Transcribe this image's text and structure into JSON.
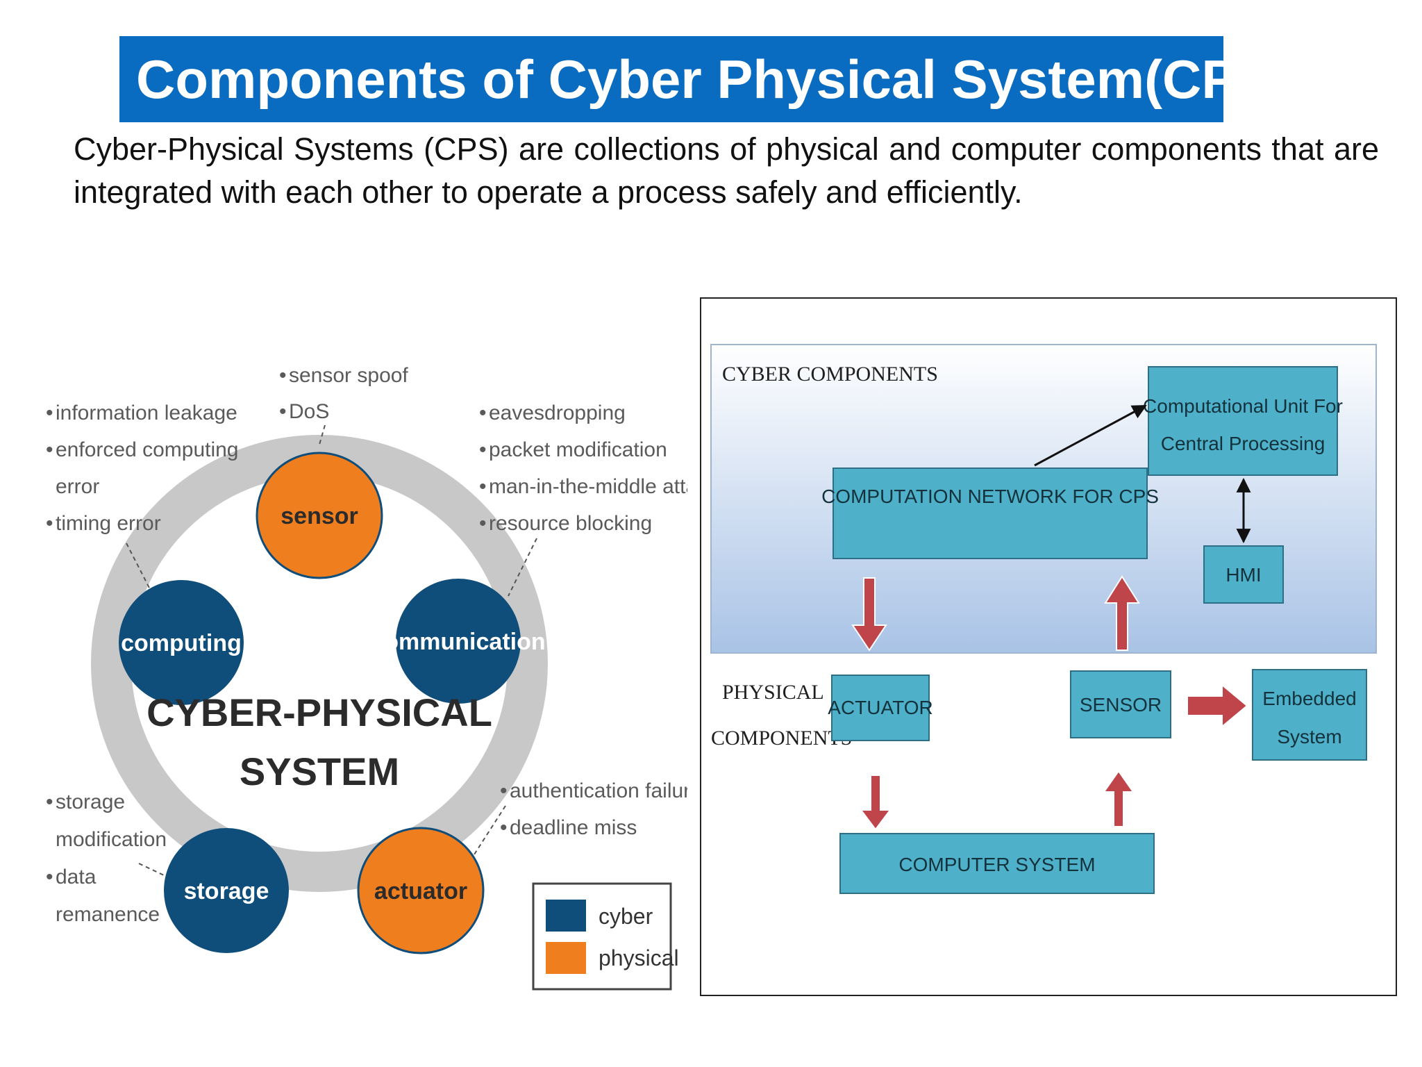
{
  "slide": {
    "title": "Components of Cyber Physical System(CPS)",
    "intro": "Cyber-Physical Systems (CPS) are collections of physical and computer components that are integrated with each other to operate a process safely and efficiently."
  },
  "left_diagram": {
    "center_title_line1": "CYBER-PHYSICAL",
    "center_title_line2": "SYSTEM",
    "colors": {
      "cyber": "#0f4d7a",
      "physical": "#ef7e1f",
      "ring": "#c8c8c8"
    },
    "nodes": {
      "sensor": {
        "label": "sensor",
        "kind": "physical",
        "threats": [
          "sensor spoof",
          "DoS"
        ]
      },
      "communication": {
        "label": "communication",
        "kind": "cyber",
        "threats": [
          "eavesdropping",
          "packet modification",
          "man-in-the-middle attack",
          "resource blocking"
        ]
      },
      "actuator": {
        "label": "actuator",
        "kind": "physical",
        "threats": [
          "authentication failure",
          "deadline miss"
        ]
      },
      "storage": {
        "label": "storage",
        "kind": "cyber",
        "threats": [
          "storage",
          "modification",
          "data",
          "remanence"
        ]
      },
      "computing": {
        "label": "computing",
        "kind": "cyber",
        "threats": [
          "information leakage",
          "enforced computing",
          "error",
          "timing error"
        ]
      }
    },
    "legend": {
      "cyber": "cyber",
      "physical": "physical"
    }
  },
  "right_diagram": {
    "colors": {
      "box": "#4fb0c9",
      "arrow": "#c0454a",
      "panel_top": "#ffffff",
      "panel_bottom": "#a9c3e6"
    },
    "cyber_components_label": "CYBER COMPONENTS",
    "physical_components_label_line1": "PHYSICAL",
    "physical_components_label_line2": "COMPONENTS",
    "computational_unit_line1": "Computational Unit For",
    "computational_unit_line2": "Central Processing",
    "computation_network": "COMPUTATION NETWORK FOR CPS",
    "hmi": "HMI",
    "actuator": "ACTUATOR",
    "sensor": "SENSOR",
    "embedded_line1": "Embedded",
    "embedded_line2": "System",
    "computer_system": "COMPUTER SYSTEM"
  }
}
